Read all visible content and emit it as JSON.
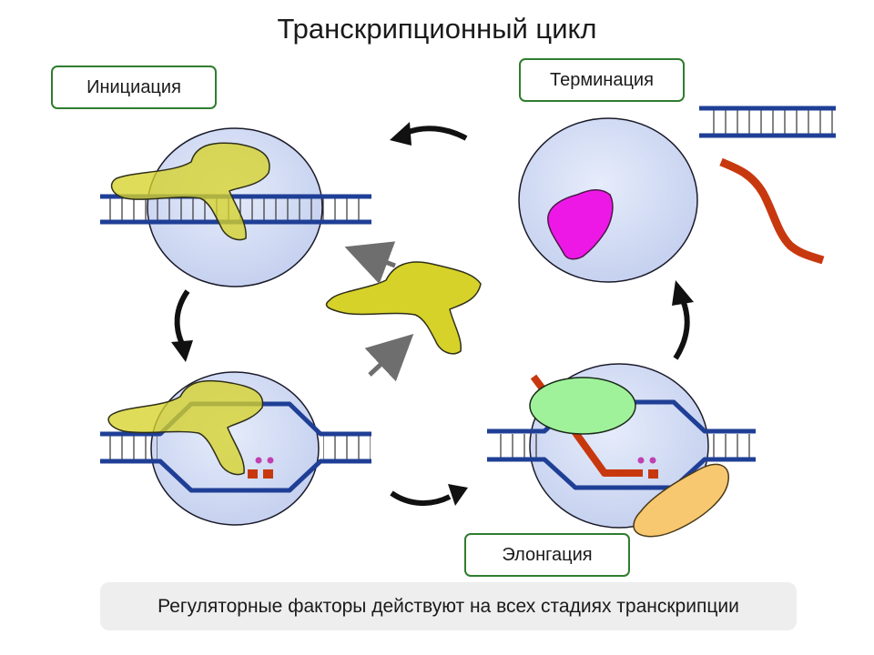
{
  "title": "Транскрипционный цикл",
  "stages": {
    "initiation": "Инициация",
    "termination": "Терминация",
    "elongation": "Элонгация"
  },
  "footer": "Регуляторные факторы действуют на всех стадиях транскрипции",
  "colors": {
    "dna_strand": "#1f3f96",
    "nucleus_fill": "#cdd7f2",
    "factor_yellow": "#d6d22a",
    "rna_red": "#c8380e",
    "magenta_protein": "#ee18e6",
    "green_protein": "#9ff29a",
    "orange_protein": "#f8c870",
    "label_border": "#2f7d2f"
  }
}
